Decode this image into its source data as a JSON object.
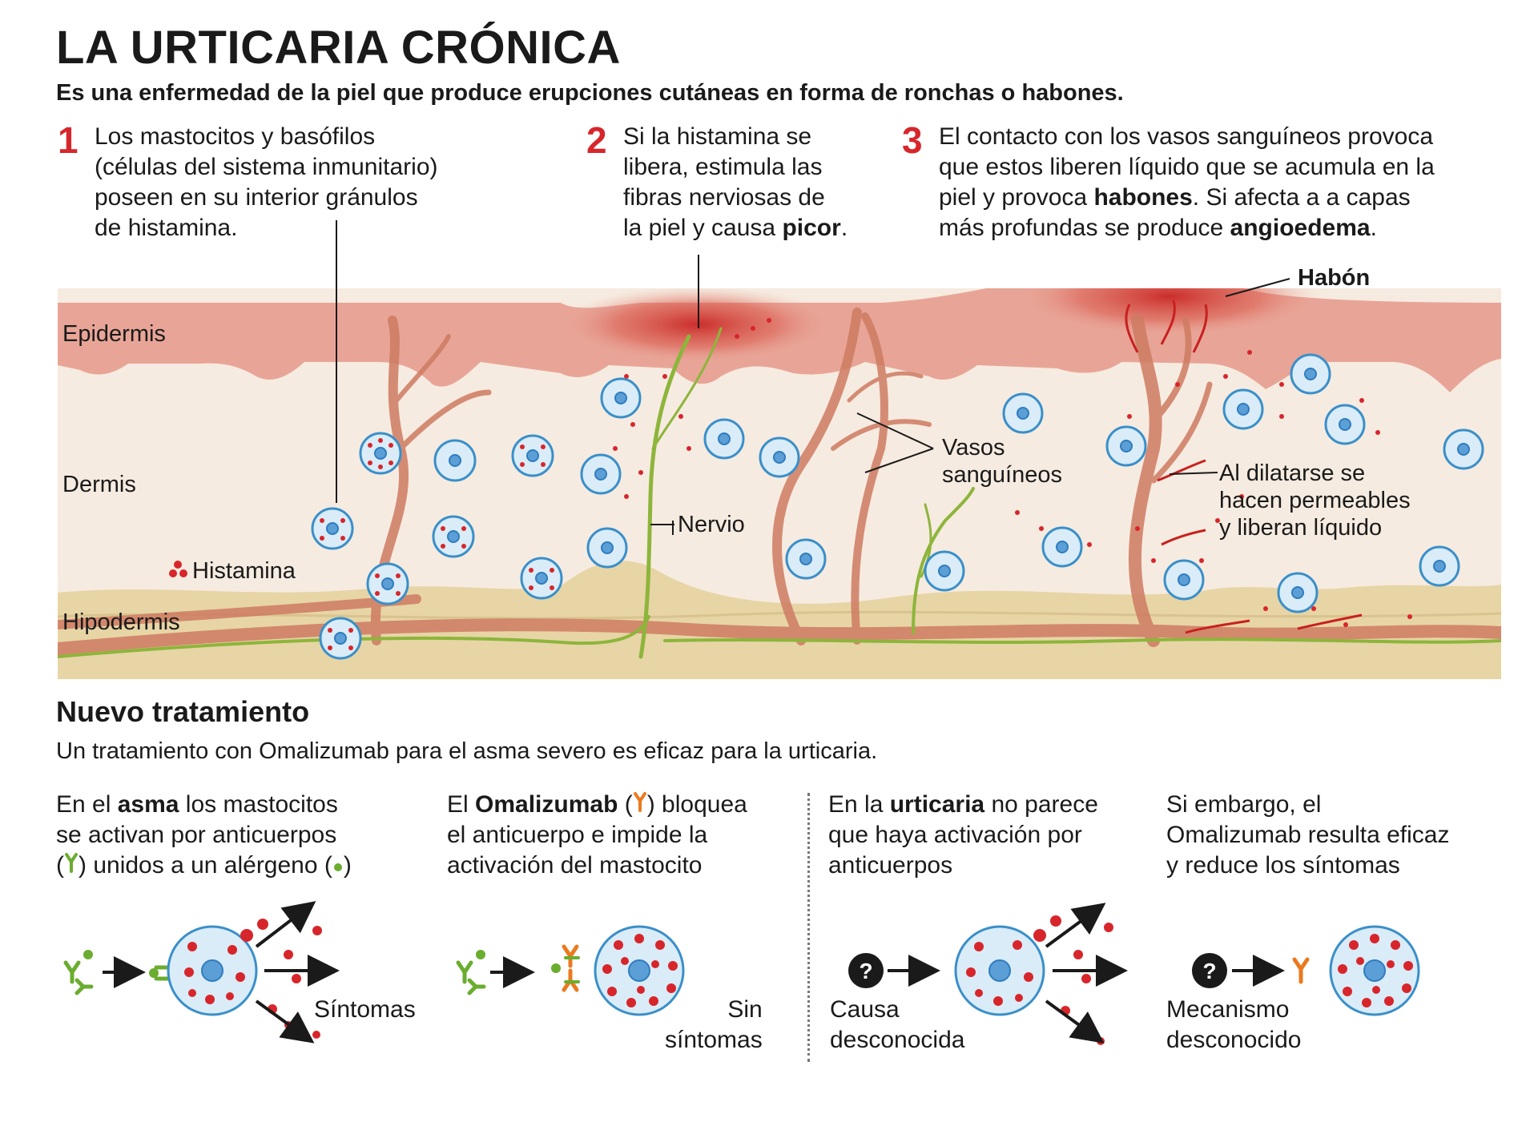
{
  "header": {
    "title": "LA URTICARIA CRÓNICA",
    "subtitle": "Es una enfermedad de la piel que produce erupciones cutáneas en forma de ronchas o habones."
  },
  "steps": [
    {
      "number": "1",
      "lines": [
        "Los mastocitos y basófilos",
        "(células del sistema inmunitario)",
        "poseen en su interior gránulos",
        "de histamina."
      ]
    },
    {
      "number": "2",
      "lines": [
        "Si la histamina se",
        "libera, estimula las",
        "fibras nerviosas de"
      ],
      "last_pre": "la piel y causa ",
      "last_bold": "picor",
      "last_post": "."
    },
    {
      "number": "3",
      "lines": [
        "El contacto con los vasos sanguíneos provoca",
        "que estos liberen líquido que se acumula en la"
      ],
      "l3_pre": "piel y provoca ",
      "l3_bold": "habones",
      "l3_post": ". Si afecta a a capas",
      "l4_pre": "más profundas se produce ",
      "l4_bold": "angioedema",
      "l4_post": "."
    }
  ],
  "diagram": {
    "layers": {
      "epidermis": "Epidermis",
      "dermis": "Dermis",
      "hypodermis": "Hipodermis"
    },
    "labels": {
      "histamine": "Histamina",
      "nerve": "Nervio",
      "vessels": [
        "Vasos",
        "sanguíneos"
      ],
      "wheal": "Habón",
      "dilate": [
        "Al dilatarse se",
        "hacen permeables",
        "y liberan líquido"
      ]
    },
    "colors": {
      "epidermis": "#e8a597",
      "dermis": "#f6ebe0",
      "hypodermis": "#e7d5a6",
      "vessel": "#cf7b62",
      "nerve": "#8db53b",
      "histamine": "#d7262b",
      "cell": "#d9ecf8",
      "cell_border": "#3a8fc9"
    }
  },
  "treatment": {
    "title": "Nuevo tratamiento",
    "subtitle": "Un tratamiento con Omalizumab para el asma severo es eficaz para la urticaria.",
    "columns": [
      {
        "l1_pre": "En el ",
        "l1_bold": "asma",
        "l1_post": " los mastocitos",
        "l2": "se activan por anticuerpos",
        "l3_pre": "(",
        "l3_mid": ") unidos a un alérgeno (",
        "l3_post": ")",
        "caption": [
          "Síntomas"
        ]
      },
      {
        "l1_pre": "El ",
        "l1_bold": "Omalizumab",
        "l1_mid": " (",
        "l1_post": ") bloquea",
        "l2": "el anticuerpo e impide la",
        "l3": "activación del mastocito",
        "caption": [
          "Sin",
          "síntomas"
        ]
      },
      {
        "l1_pre": "En la ",
        "l1_bold": "urticaria",
        "l1_post": " no parece",
        "l2": "que haya activación por",
        "l3": "anticuerpos",
        "badge": "?",
        "caption": [
          "Causa",
          "desconocida"
        ]
      },
      {
        "l1": "Si embargo, el",
        "l2": "Omalizumab resulta eficaz",
        "l3": "y reduce los síntomas",
        "badge": "?",
        "caption": [
          "Mecanismo",
          "desconocido"
        ]
      }
    ]
  }
}
